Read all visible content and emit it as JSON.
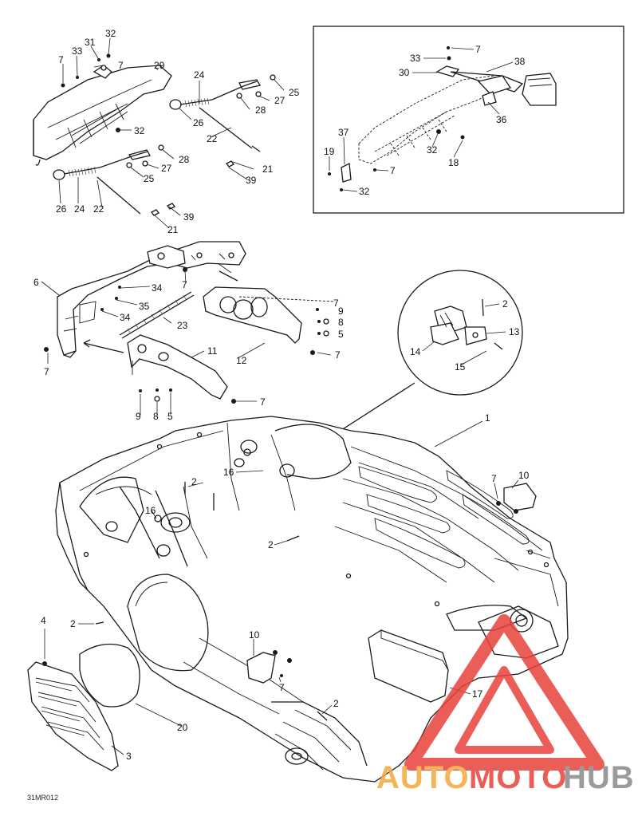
{
  "diagram_code": "31MR012",
  "callouts": {
    "c32_top": "32",
    "c31": "31",
    "c33_top": "33",
    "c7_a": "7",
    "c7_b": "7",
    "c29": "29",
    "c32_a": "32",
    "c24_a": "24",
    "c26_a": "26",
    "c22_a": "22",
    "c25_a": "25",
    "c27_a": "27",
    "c28_a": "28",
    "c21_a": "21",
    "c39_a": "39",
    "c28_b": "28",
    "c27_b": "27",
    "c25_b": "25",
    "c26_b": "26",
    "c24_b": "24",
    "c22_b": "22",
    "c39_b": "39",
    "c21_b": "21",
    "i7": "7",
    "i33": "33",
    "i38": "38",
    "i30": "30",
    "i36": "36",
    "i37": "37",
    "i19": "19",
    "i32_a": "32",
    "i7_b": "7",
    "i18": "18",
    "i32_b": "32",
    "c6": "6",
    "c7_c": "7",
    "c34_a": "34",
    "c35": "35",
    "c34_b": "34",
    "c7_d": "7",
    "c23": "23",
    "c11": "11",
    "c12": "12",
    "c7_e": "7",
    "c9_a": "9",
    "c8_a": "8",
    "c5_a": "5",
    "c7_f": "7",
    "c9_b": "9",
    "c8_b": "8",
    "c5_b": "5",
    "c7_g": "7",
    "d2": "2",
    "d13": "13",
    "d14": "14",
    "d15": "15",
    "c1": "1",
    "c16_a": "16",
    "c2_a": "2",
    "c16_b": "16",
    "c7_h": "7",
    "c10_a": "10",
    "c2_b": "2",
    "c4": "4",
    "c2_c": "2",
    "c10_b": "10",
    "c7_i": "7",
    "c20": "20",
    "c2_d": "2",
    "c17": "17",
    "c3": "3"
  },
  "watermark": {
    "part1": "AUTO",
    "part2": "MOTO",
    "part3": "HUB",
    "color_orange": "#f2a93b",
    "color_red": "#e8413a",
    "color_gray": "#8a8a8a"
  }
}
